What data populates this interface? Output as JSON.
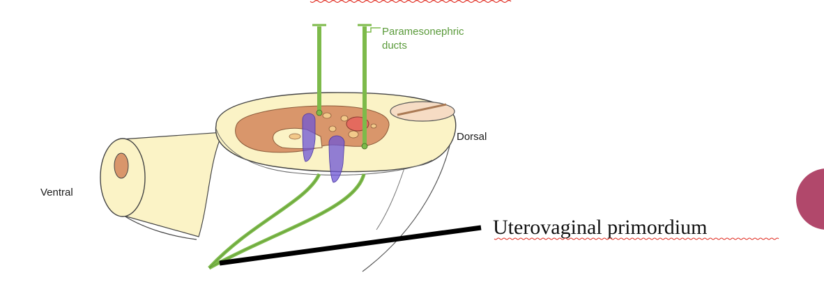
{
  "diagram": {
    "labels": {
      "paramesonephric_line1": "Paramesonephric",
      "paramesonephric_line2": "ducts",
      "dorsal": "Dorsal",
      "ventral": "Ventral"
    },
    "callout": {
      "text": "Uterovaginal primordium"
    }
  },
  "colors": {
    "duct_green": "#7dba4a",
    "label_green": "#5a9a3a",
    "tissue_cream": "#fbf3c6",
    "tissue_orange": "#d9966b",
    "gland_pink": "#e46a5e",
    "mesonephric_purple": "#6e56d6",
    "slide_accent": "#b1486b",
    "spellcheck_red": "#e0291e"
  }
}
